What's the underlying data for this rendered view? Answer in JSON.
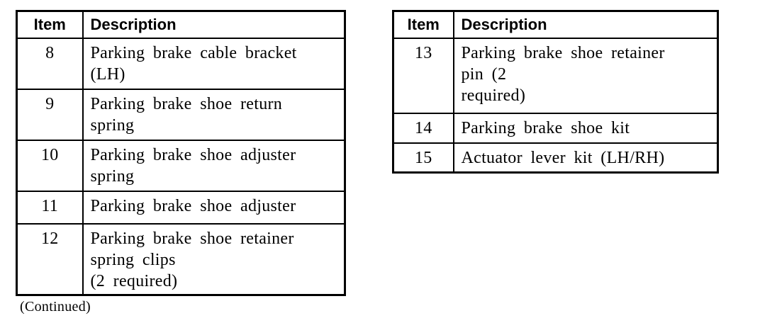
{
  "page": {
    "background_color": "#ffffff",
    "text_color": "#000000",
    "border_color": "#000000"
  },
  "tables": [
    {
      "name": "parts-list-items-8-12",
      "headers": {
        "item": "Item",
        "description": "Description"
      },
      "rows": [
        {
          "item": "8",
          "description": "Parking brake cable bracket\n(LH)"
        },
        {
          "item": "9",
          "description": "Parking brake shoe return\nspring"
        },
        {
          "item": "10",
          "description": "Parking brake shoe adjuster\nspring"
        },
        {
          "item": "11",
          "description": "Parking brake shoe adjuster"
        },
        {
          "item": "12",
          "description": "Parking brake shoe retainer\nspring clips\n(2 required)"
        }
      ],
      "footer": "(Continued)"
    },
    {
      "name": "parts-list-items-13-15",
      "headers": {
        "item": "Item",
        "description": "Description"
      },
      "rows": [
        {
          "item": "13",
          "description": "Parking brake shoe retainer\npin (2\nrequired)"
        },
        {
          "item": "14",
          "description": "Parking brake shoe kit"
        },
        {
          "item": "15",
          "description": "Actuator lever kit (LH/RH)"
        }
      ]
    }
  ]
}
